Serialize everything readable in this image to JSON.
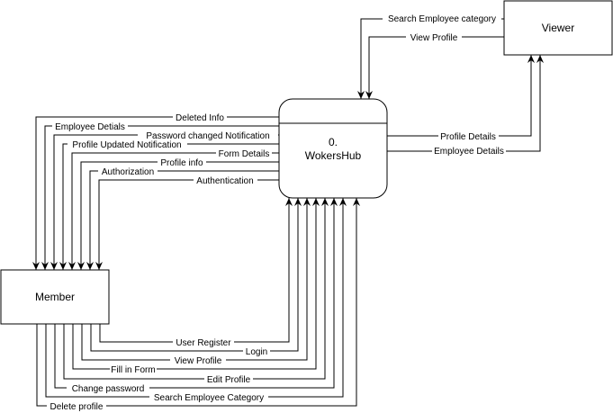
{
  "diagram": {
    "process": {
      "number": "0.",
      "name": "WokersHub"
    },
    "entities": {
      "viewer": "Viewer",
      "member": "Member"
    },
    "flows": {
      "search_employee_category": "Search Employee category",
      "viewer_view_profile": "View Profile",
      "profile_details": "Profile Details",
      "viewer_employee_details": "Employee Details",
      "deleted_info": "Deleted Info",
      "employee_detials": "Employee Detials",
      "password_changed_notification": "Password changed Notification",
      "profile_updated_notification": "Profile Updated Notification",
      "form_details": "Form Details",
      "profile_info": "Profile info",
      "authorization": "Authorization",
      "authentication": "Authentication",
      "user_register": "User Register",
      "login": "Login",
      "member_view_profile": "View Profile",
      "fill_in_form": "Fill in Form",
      "edit_profile": "Edit Profile",
      "change_password": "Change password",
      "search_employee_category_member": "Search Employee Category",
      "delete_profile": "Delete profile"
    }
  }
}
